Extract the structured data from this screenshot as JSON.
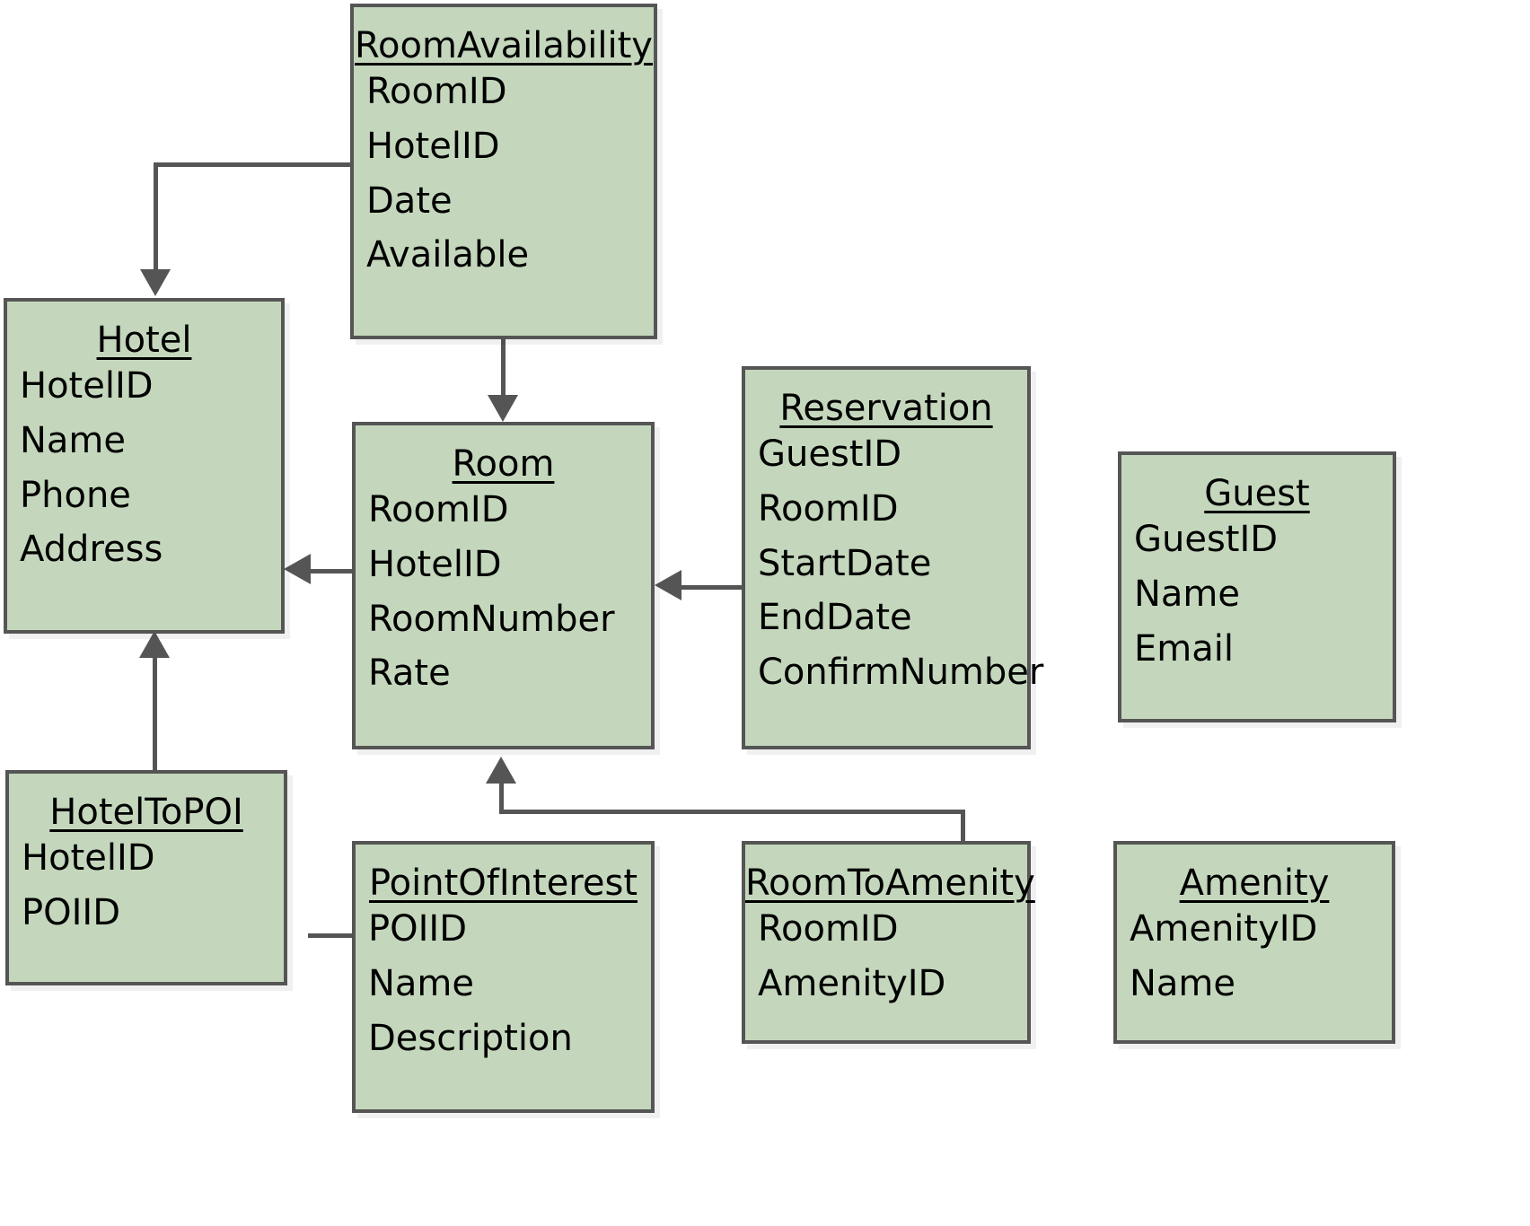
{
  "diagram": {
    "type": "entity-relationship-diagram",
    "colors": {
      "entity_fill": "#c4d7bc",
      "entity_border": "#555555",
      "connector": "#555555",
      "background": "#ffffff",
      "text": "#000000"
    },
    "entities": [
      {
        "id": "roomavailability",
        "name": "RoomAvailability",
        "attributes": [
          "RoomID",
          "HotelID",
          "Date",
          "Available"
        ]
      },
      {
        "id": "hotel",
        "name": "Hotel",
        "attributes": [
          "HotelID",
          "Name",
          "Phone",
          "Address"
        ]
      },
      {
        "id": "room",
        "name": "Room",
        "attributes": [
          "RoomID",
          "HotelID",
          "RoomNumber",
          "Rate"
        ]
      },
      {
        "id": "reservation",
        "name": "Reservation",
        "attributes": [
          "GuestID",
          "RoomID",
          "StartDate",
          "EndDate",
          "ConfirmNumber"
        ]
      },
      {
        "id": "guest",
        "name": "Guest",
        "attributes": [
          "GuestID",
          "Name",
          "Email"
        ]
      },
      {
        "id": "hoteltopoi",
        "name": "HotelToPOI",
        "attributes": [
          "HotelID",
          "POIID"
        ]
      },
      {
        "id": "pointofinterest",
        "name": "PointOfInterest",
        "attributes": [
          "POIID",
          "Name",
          "Description"
        ]
      },
      {
        "id": "roomtoamenity",
        "name": "RoomToAmenity",
        "attributes": [
          "RoomID",
          "AmenityID"
        ]
      },
      {
        "id": "amenity",
        "name": "Amenity",
        "attributes": [
          "AmenityID",
          "Name"
        ]
      }
    ],
    "relationships": [
      {
        "from": "roomavailability",
        "to": "hotel",
        "arrow": "down"
      },
      {
        "from": "roomavailability",
        "to": "room",
        "arrow": "down"
      },
      {
        "from": "room",
        "to": "hotel",
        "arrow": "left"
      },
      {
        "from": "reservation",
        "to": "room",
        "arrow": "left"
      },
      {
        "from": "reservation",
        "to": "guest",
        "arrow": "right"
      },
      {
        "from": "hoteltopoi",
        "to": "hotel",
        "arrow": "up"
      },
      {
        "from": "hoteltopoi",
        "to": "pointofinterest",
        "arrow": "right"
      },
      {
        "from": "roomtoamenity",
        "to": "room",
        "arrow": "up"
      },
      {
        "from": "roomtoamenity",
        "to": "amenity",
        "arrow": "right"
      }
    ]
  }
}
